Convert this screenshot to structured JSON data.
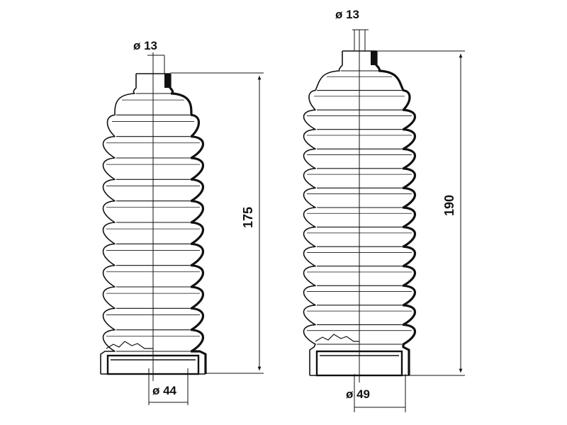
{
  "diagram": {
    "boots": [
      {
        "id": "left",
        "inner_diameter": "ø 13",
        "outer_diameter": "ø 44",
        "length": "175",
        "fold_count": 12
      },
      {
        "id": "right",
        "inner_diameter": "ø 13",
        "outer_diameter": "ø 49",
        "length": "190",
        "fold_count": 14
      }
    ],
    "colors": {
      "line": "#111111",
      "background": "#ffffff"
    }
  }
}
